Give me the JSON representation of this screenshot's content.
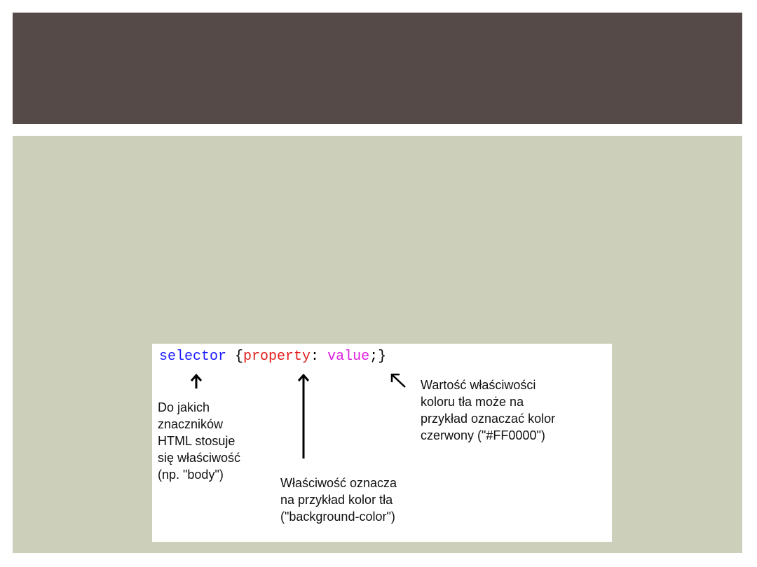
{
  "slide": {
    "header_color": "#554a47",
    "content_color": "#cccfb9"
  },
  "figure": {
    "code": {
      "selector": "selector",
      "open": " {",
      "property": "property",
      "colon": ": ",
      "value": "value",
      "semicolon": ";",
      "close": "}"
    },
    "colors": {
      "selector": "#1a1aff",
      "property": "#e21b1b",
      "value": "#e020e0"
    },
    "notes": {
      "selector_note": [
        "Do jakich",
        "znaczników",
        "HTML stosuje",
        "się właściwość",
        "(np. \"body\")"
      ],
      "property_note": [
        "Właściwość oznacza",
        "na przykład kolor tła",
        "(\"background-color\")"
      ],
      "value_note": [
        "Wartość właściwości",
        "koloru tła może na",
        "przykład oznaczać kolor",
        "czerwony (\"#FF0000\")"
      ]
    }
  }
}
